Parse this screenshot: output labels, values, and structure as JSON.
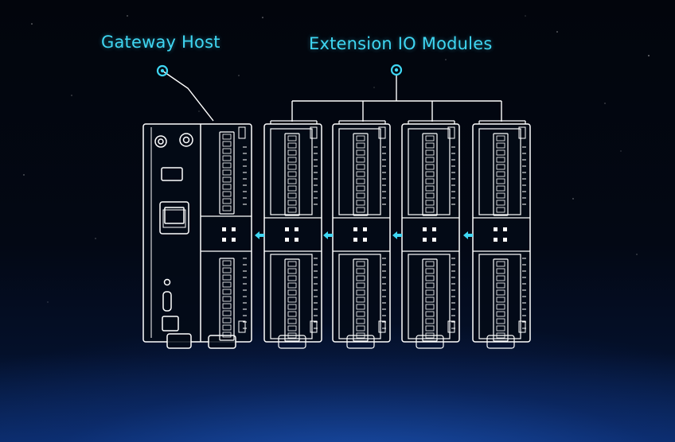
{
  "labels": {
    "gateway_host": "Gateway Host",
    "extension_modules": "Extension IO Modules"
  },
  "colors": {
    "line": "#ffffff",
    "accent": "#3fd6f2",
    "earth_glow": "#2f7bff"
  },
  "modules": [
    {
      "kind": "gateway"
    },
    {
      "kind": "io"
    },
    {
      "kind": "io"
    },
    {
      "kind": "io"
    },
    {
      "kind": "io"
    }
  ]
}
